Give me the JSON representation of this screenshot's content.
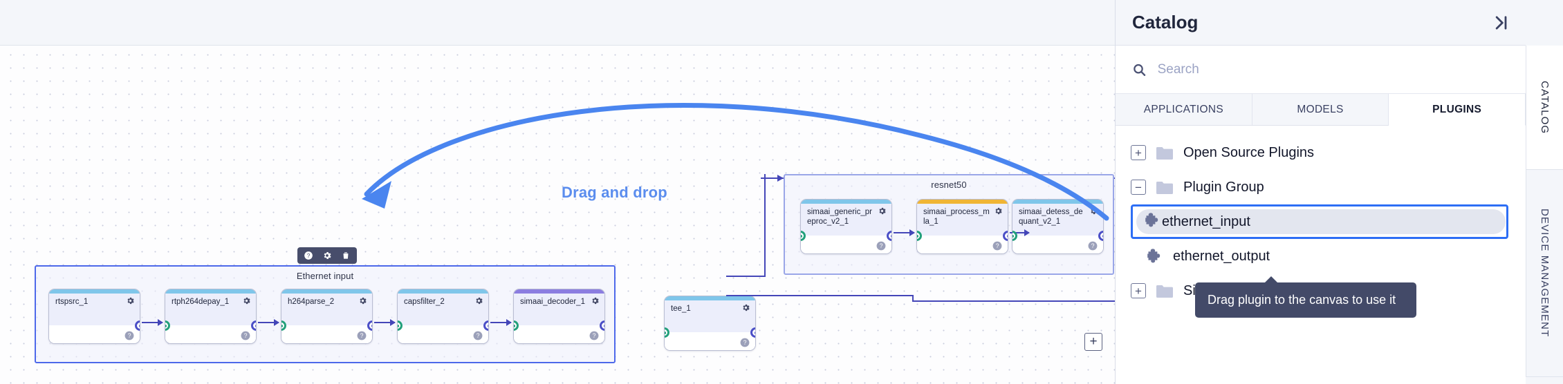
{
  "canvas": {
    "dnd_hint": "Drag and drop",
    "node_toolbar": {
      "help": "help-icon",
      "settings": "gear-icon",
      "delete": "trash-icon"
    },
    "add_button": "+",
    "groups": [
      {
        "id": "resnet50",
        "label": "resnet50",
        "nodes": [
          {
            "title": "simaai_generic_preproc_v2_1",
            "bar_color": "#7fc6ea"
          },
          {
            "title": "simaai_process_mla_1",
            "bar_color": "#f0b535"
          },
          {
            "title": "simaai_detess_dequant_v2_1",
            "bar_color": "#7fc6ea"
          }
        ]
      },
      {
        "id": "ethernet-input",
        "label": "Ethernet input",
        "nodes": [
          {
            "title": "rtspsrc_1",
            "bar_color": "#7fc6ea"
          },
          {
            "title": "rtph264depay_1",
            "bar_color": "#7fc6ea"
          },
          {
            "title": "h264parse_2",
            "bar_color": "#7fc6ea"
          },
          {
            "title": "capsfilter_2",
            "bar_color": "#7fc6ea"
          },
          {
            "title": "simaai_decoder_1",
            "bar_color": "#8b7de0"
          }
        ]
      }
    ],
    "standalone_nodes": [
      {
        "title": "tee_1",
        "bar_color": "#7fc6ea"
      }
    ]
  },
  "panel": {
    "title": "Catalog",
    "collapse_icon": "collapse-right-icon",
    "search": {
      "icon": "search-icon",
      "value": "",
      "placeholder": "Search"
    },
    "tabs": [
      {
        "label": "APPLICATIONS",
        "active": false
      },
      {
        "label": "MODELS",
        "active": false
      },
      {
        "label": "PLUGINS",
        "active": true
      }
    ],
    "tree": [
      {
        "label": "Open Source Plugins",
        "type": "folder",
        "expander": "+",
        "depth": 0
      },
      {
        "label": "Plugin Group",
        "type": "folder",
        "expander": "−",
        "depth": 0
      },
      {
        "label": "ethernet_input",
        "type": "plugin",
        "expander": "",
        "depth": 1,
        "selected": true
      },
      {
        "label": "ethernet_output",
        "type": "plugin",
        "expander": "",
        "depth": 1
      },
      {
        "label": "SiMa Plugins",
        "type": "folder",
        "expander": "+",
        "depth": 0
      }
    ],
    "tooltip": "Drag plugin to the canvas to use it"
  },
  "rail": {
    "tabs": [
      {
        "label": "CATALOG",
        "active": true
      },
      {
        "label": "DEVICE MANAGEMENT",
        "active": false
      }
    ]
  },
  "colors": {
    "accent_blue": "#4d68ea",
    "hint_blue": "#5b8dee",
    "selection_blue": "#2d6ef5",
    "port_in_green": "#22a07b",
    "port_out_purple": "#4b4fc7",
    "tooltip_bg": "#434a68"
  }
}
